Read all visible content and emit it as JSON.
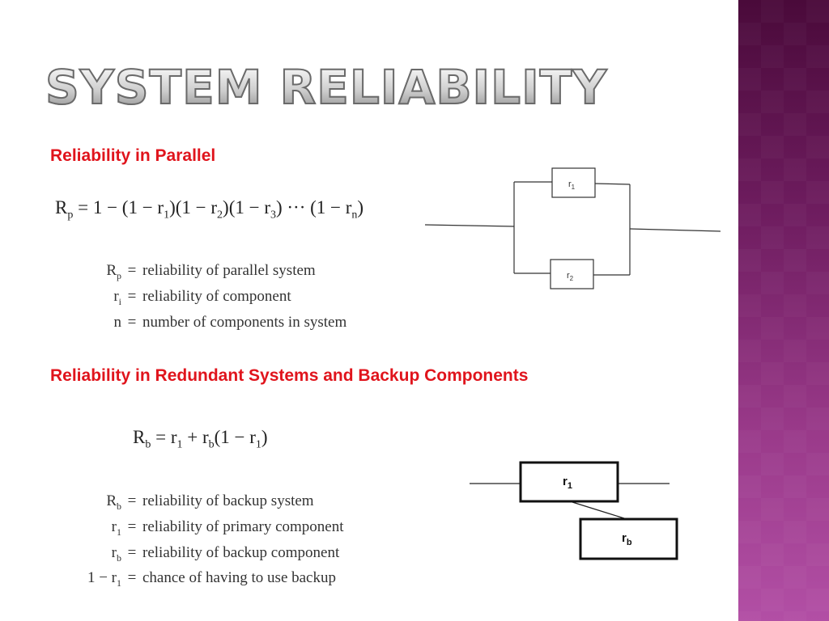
{
  "slide": {
    "title": "SYSTEM RELIABILITY",
    "section1": {
      "heading": "Reliability in Parallel",
      "formula": {
        "lhs": "R",
        "lhs_sub": "p",
        "rhs_part1": "= 1 − (1 − r",
        "sub1": "1",
        "part2": ")(1 − r",
        "sub2": "2",
        "part3": ")(1 − r",
        "sub3": "3",
        "part4": ") ··· (1 − r",
        "subn": "n",
        "part5": ")"
      },
      "definitions": [
        {
          "symbol": "R",
          "sub": "p",
          "equals": "=",
          "text": "reliability of parallel system"
        },
        {
          "symbol": "r",
          "sub": "i",
          "equals": "=",
          "text": "reliability of component"
        },
        {
          "symbol": "n",
          "sub": "",
          "equals": "=",
          "text": "number of components in system"
        }
      ],
      "diagram": {
        "top_label": "r",
        "top_sub": "1",
        "bottom_label": "r",
        "bottom_sub": "2"
      }
    },
    "section2": {
      "heading": "Reliability in Redundant Systems and Backup Components",
      "formula": {
        "lhs": "R",
        "lhs_sub": "b",
        "part1": "= r",
        "sub1": "1",
        "part2": " + r",
        "sub2": "b",
        "part3": "(1 − r",
        "sub3": "1",
        "part4": ")"
      },
      "definitions": [
        {
          "symbol": "R",
          "sub": "b",
          "equals": "=",
          "text": "reliability of backup system"
        },
        {
          "symbol": "r",
          "sub": "1",
          "equals": "=",
          "text": "reliability of primary component"
        },
        {
          "symbol": "r",
          "sub": "b",
          "equals": "=",
          "text": "reliability of backup component"
        },
        {
          "symbol": "1 − r",
          "sub": "1",
          "equals": "=",
          "text": "chance of having to use backup"
        }
      ],
      "diagram": {
        "primary_label": "r",
        "primary_sub": "1",
        "backup_label": "r",
        "backup_sub": "b"
      }
    }
  }
}
